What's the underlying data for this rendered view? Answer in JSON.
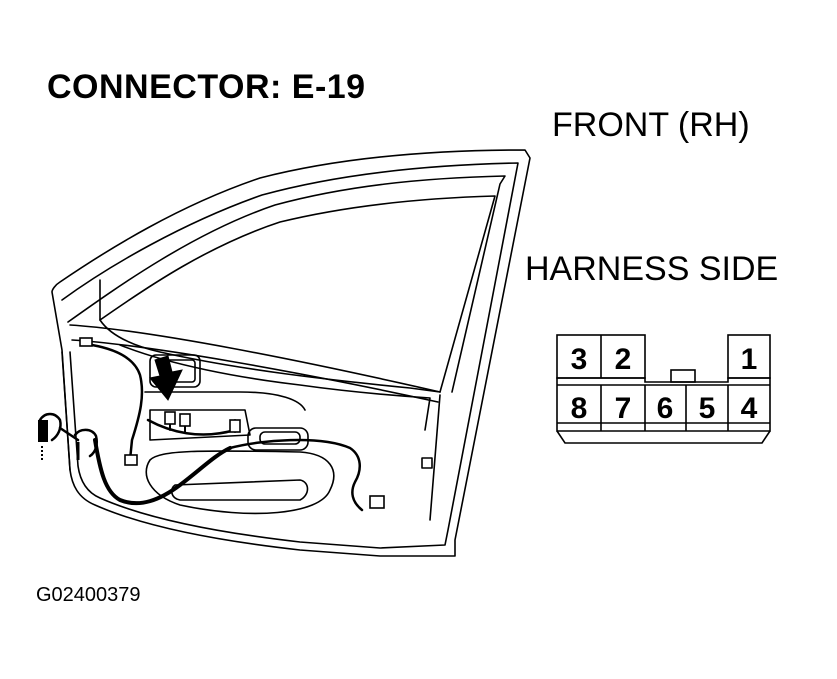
{
  "title": "CONNECTOR: E-19",
  "location": "FRONT (RH)",
  "view": "HARNESS SIDE",
  "figure_code": "G02400379",
  "connector": {
    "top_pins": [
      "3",
      "2",
      "1"
    ],
    "bottom_pins": [
      "8",
      "7",
      "6",
      "5",
      "4"
    ]
  }
}
